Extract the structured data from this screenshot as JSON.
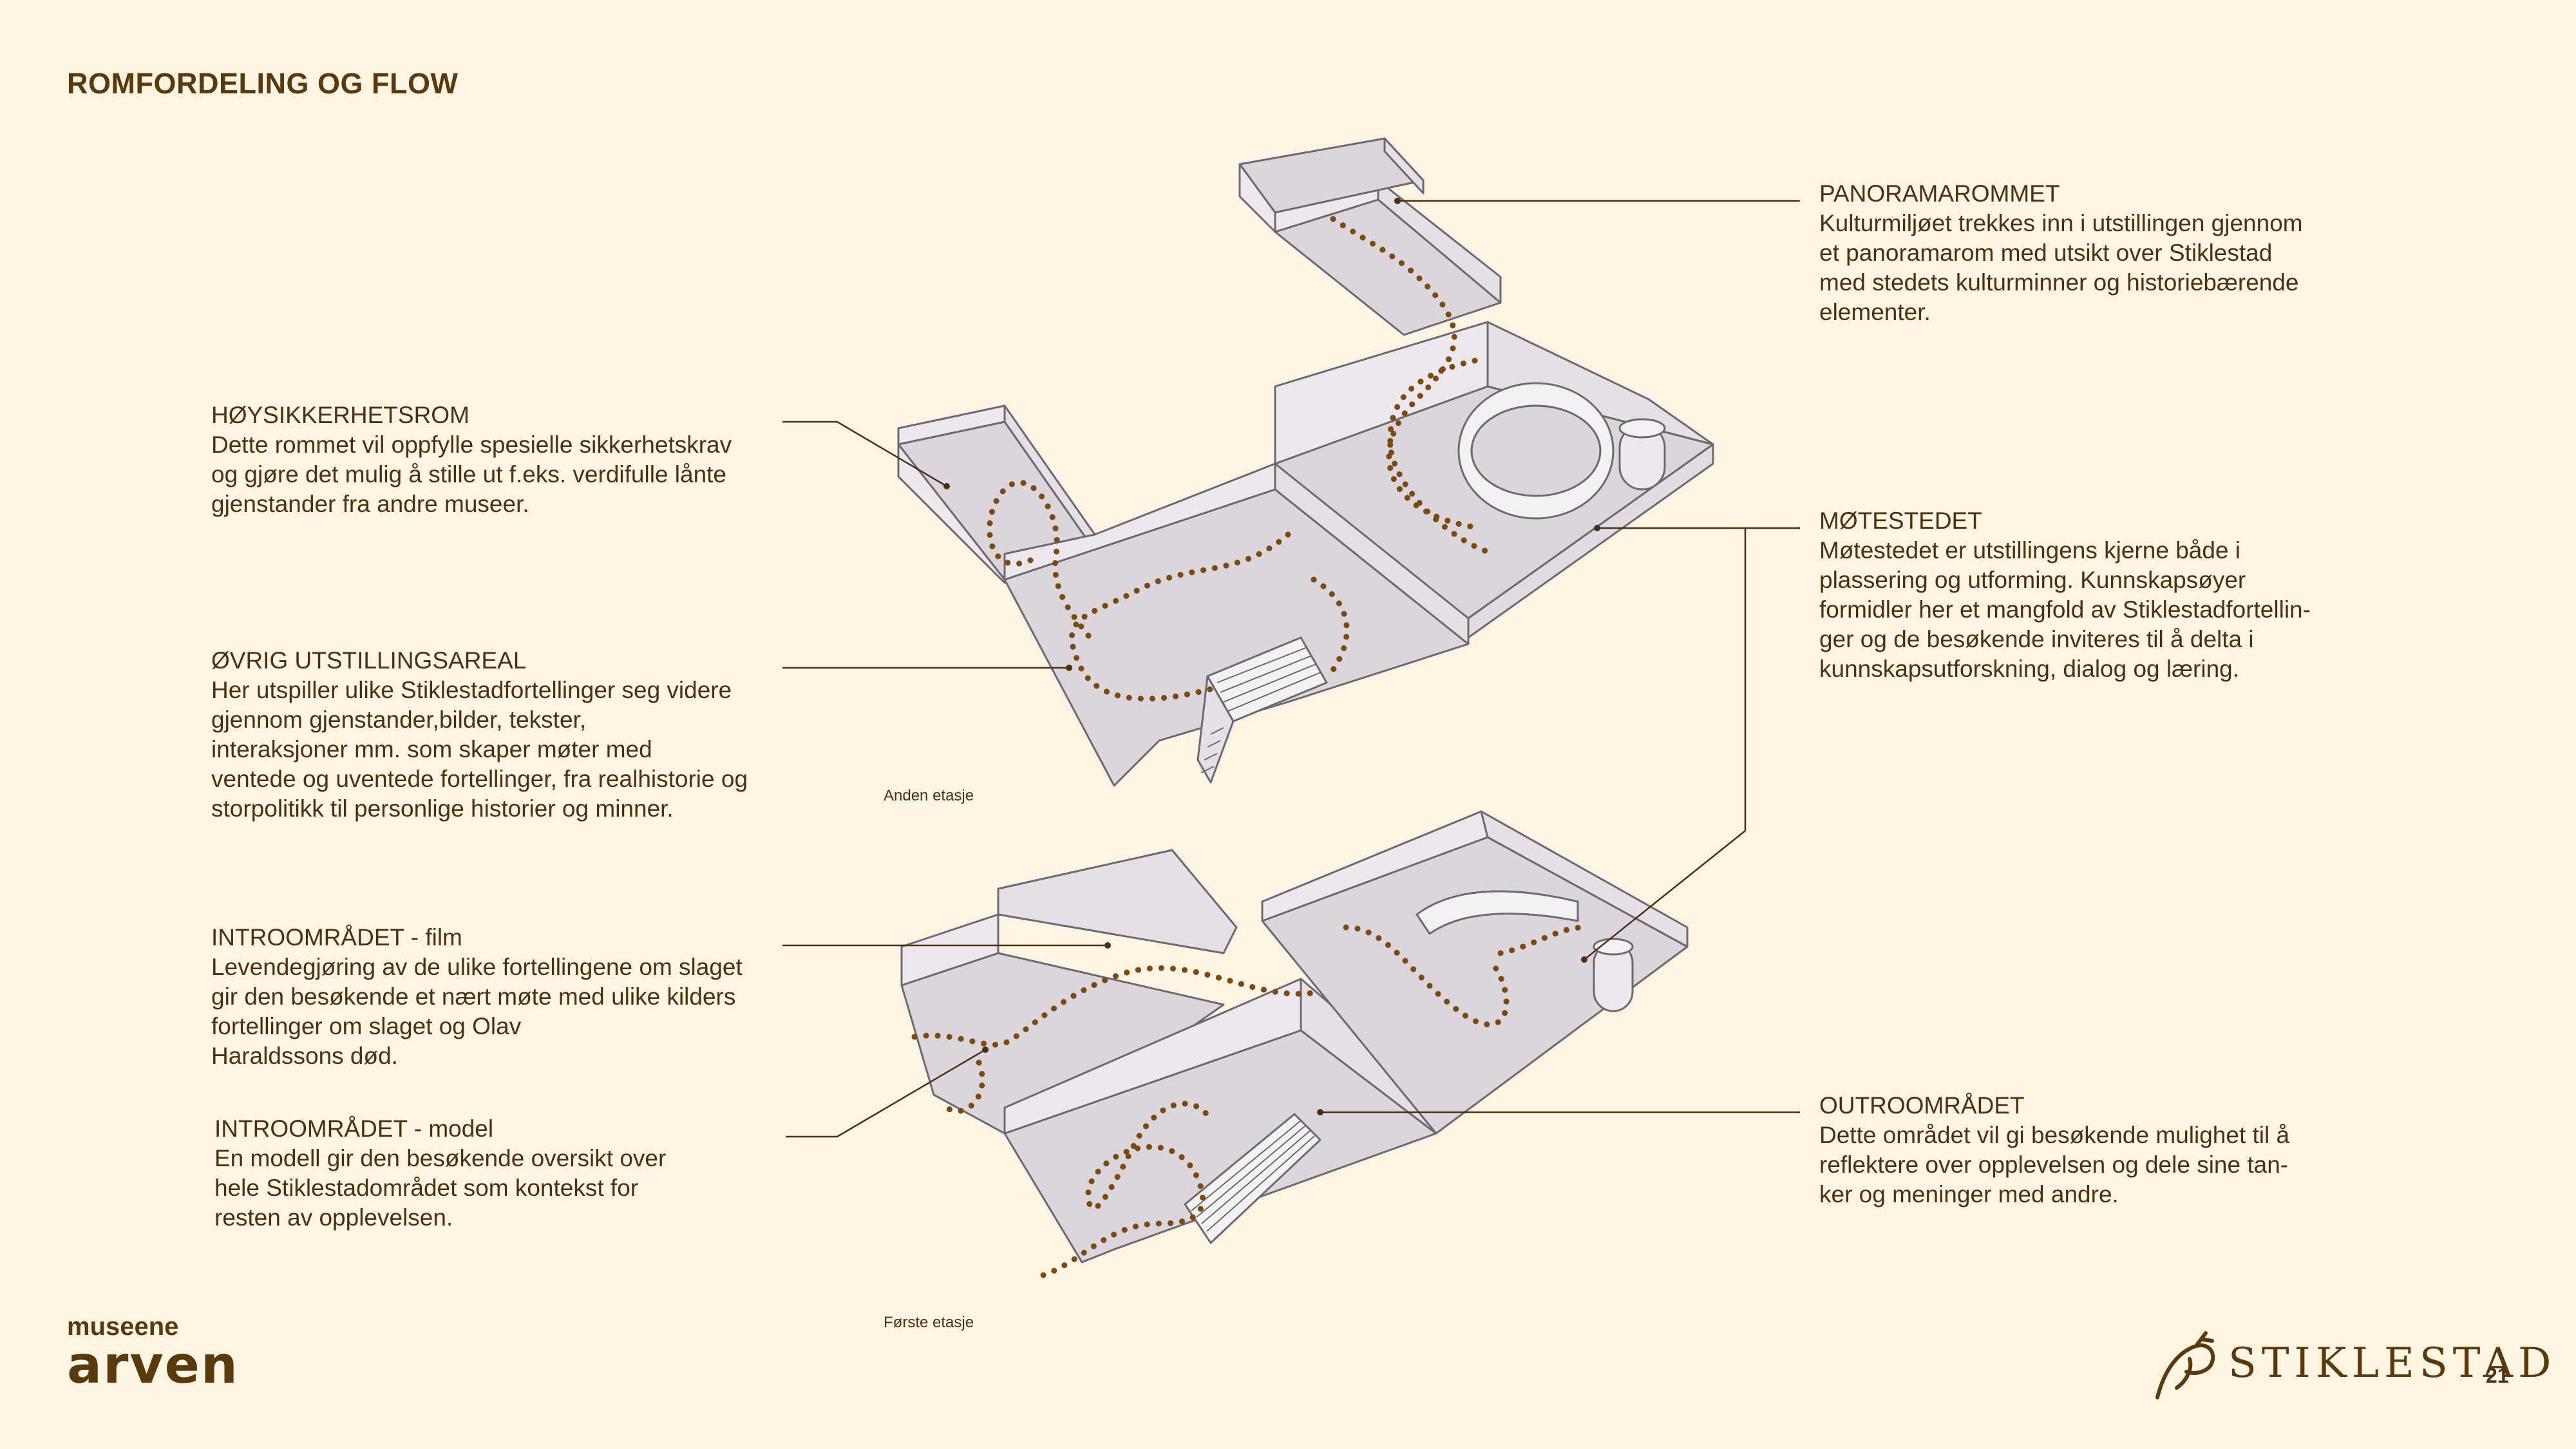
{
  "page": {
    "title": "ROMFORDELING OG FLOW",
    "page_number": "21"
  },
  "floors": {
    "upper": "Anden etasje",
    "lower": "Første etasje"
  },
  "annotations": {
    "hoysikkerhetsrom": {
      "heading": "HØYSIKKERHETSROM",
      "lines": [
        "Dette rommet vil oppfylle spesielle sikkerhetskrav",
        "og gjøre det mulig å stille ut f.eks. verdifulle lånte",
        "gjenstander fra andre museer."
      ]
    },
    "ovrig": {
      "heading": "ØVRIG UTSTILLINGSAREAL",
      "lines": [
        "Her utspiller ulike Stiklestadfortellinger seg videre",
        "gjennom gjenstander,bilder, tekster,",
        "interaksjoner mm. som skaper møter med",
        "ventede og uventede fortellinger, fra realhistorie og",
        "storpolitikk til personlige historier og minner."
      ]
    },
    "intro_film": {
      "heading": "INTROOMRÅDET - film",
      "lines": [
        "Levendegjøring av de ulike fortellingene om slaget",
        "gir den besøkende et nært møte med ulike kilders",
        "fortellinger om slaget og Olav",
        "Haraldssons død."
      ]
    },
    "intro_model": {
      "heading": "INTROOMRÅDET - model",
      "lines": [
        "En modell gir den besøkende oversikt over",
        "hele Stiklestadområdet som kontekst for",
        "resten av opplevelsen."
      ]
    },
    "panorama": {
      "heading": "PANORAMAROMMET",
      "lines": [
        "Kulturmiljøet trekkes inn i utstillingen gjennom",
        "et panoramarom med utsikt over Stiklestad",
        "med stedets kulturminner og historiebærende",
        "elementer."
      ]
    },
    "motestedet": {
      "heading": "MØTESTEDET",
      "lines": [
        "Møtestedet er utstillingens kjerne både i",
        "plassering og utforming. Kunnskapsøyer",
        "formidler her et mangfold av Stiklestadfortellin-",
        "ger og de besøkende inviteres til å delta i",
        "kunnskapsutforskning, dialog og læring."
      ]
    },
    "outro": {
      "heading": "OUTROOMRÅDET",
      "lines": [
        "Dette området vil gi besøkende mulighet til å",
        "reflektere over opplevelsen og dele sine tan-",
        "ker og meninger med andre."
      ]
    }
  },
  "logos": {
    "museene_line1": "museene",
    "museene_line2": "arven",
    "stiklestad": "STIKLESTAD"
  },
  "colors": {
    "background": "#fdf4e4",
    "text": "#4a3210",
    "path": "#7a4a12",
    "floor": "#dcd6dc",
    "wall": "#ece8ee",
    "wall_stroke": "#6e6870"
  }
}
